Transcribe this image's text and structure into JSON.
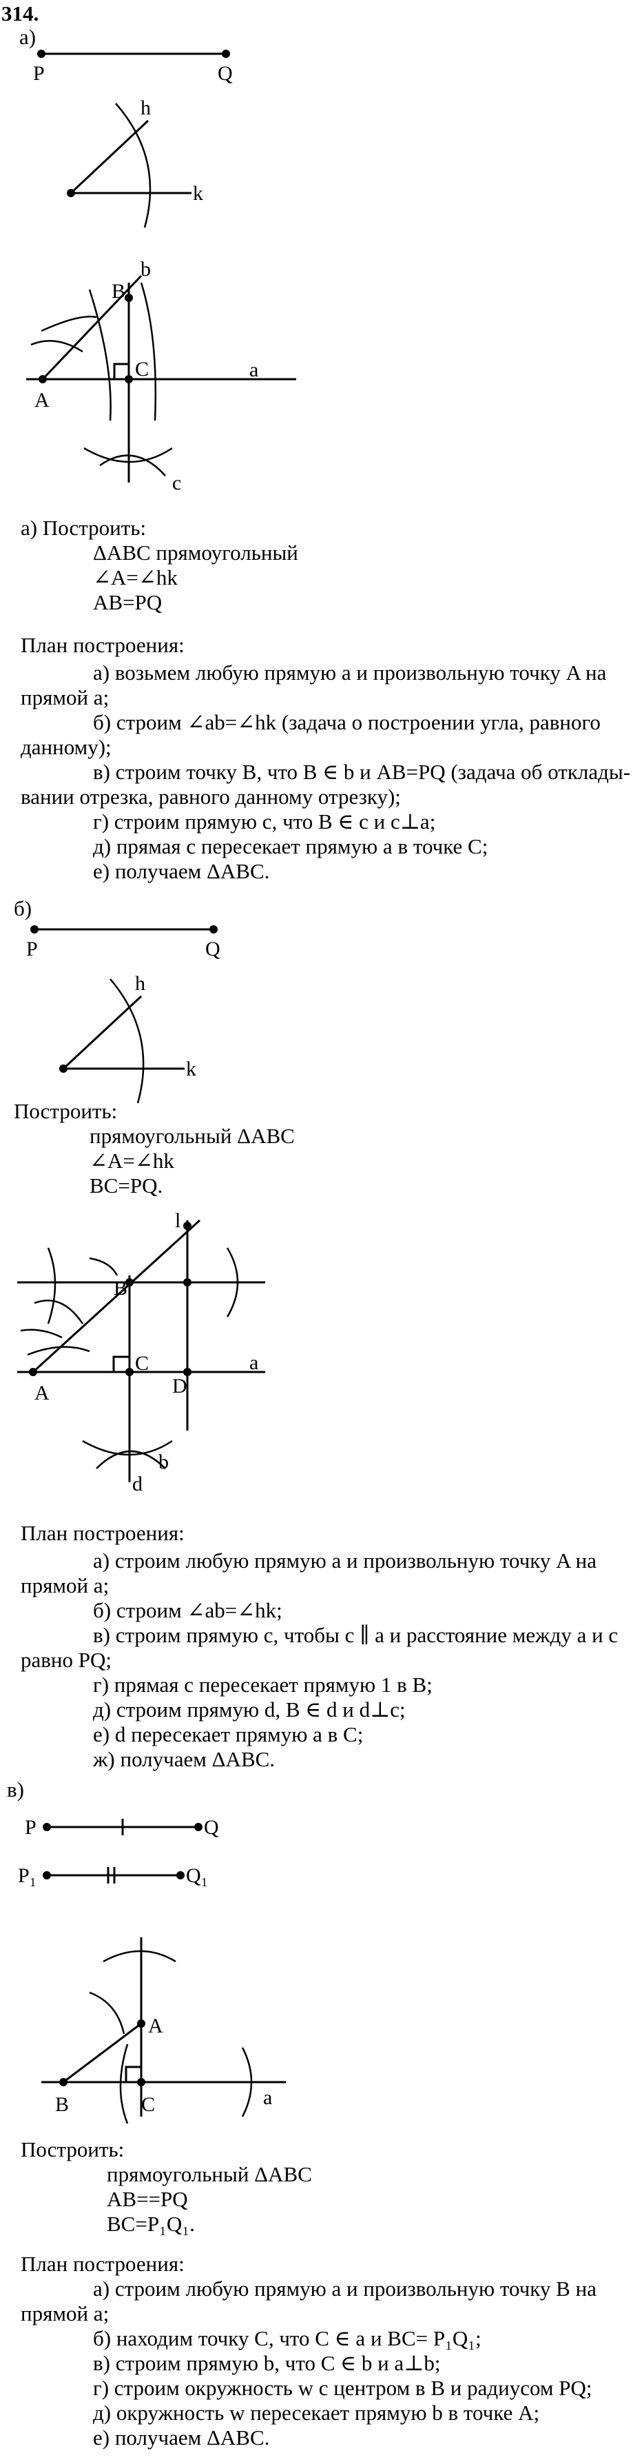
{
  "problem_number": "314.",
  "a": {
    "label": "а)",
    "seg_labels": {
      "p": "P",
      "q": "Q"
    },
    "angle_labels": {
      "h": "h",
      "k": "k"
    },
    "constr_labels": {
      "b": "b",
      "B": "B",
      "C": "C",
      "a": "a",
      "A": "A",
      "c": "c"
    },
    "task_title": "а) Построить:",
    "task_lines": [
      "ΔABC прямоугольный",
      "∠A=∠hk",
      "AB=PQ"
    ],
    "plan_title": "План построения:",
    "plan_lines": [
      "а) возьмем любую прямую a и произвольную точку A на",
      "прямой a;",
      "б) строим ∠ab=∠hk (задача о построении угла, равного",
      "данному);",
      "в) строим точку B, что B ∈ b и AB=PQ (задача об отклады-",
      "вании отрезка, равного данному отрезку);",
      "г) строим прямую c, что B ∈ c и c⊥a;",
      "д) прямая c пересекает прямую a в точке C;",
      "е) получаем ΔABC."
    ]
  },
  "b": {
    "label": "б)",
    "seg_labels": {
      "p": "P",
      "q": "Q"
    },
    "angle_labels": {
      "h": "h",
      "k": "k"
    },
    "task_title": "Построить:",
    "task_lines": [
      "прямоугольный ΔABC",
      "∠A=∠hk",
      "BC=PQ."
    ],
    "constr_labels": {
      "l": "l",
      "B": "B",
      "C": "C",
      "a": "a",
      "A": "A",
      "D": "D",
      "b": "b",
      "d": "d"
    },
    "plan_title": "План построения:",
    "plan_lines": [
      "а) строим любую прямую a и произвольную точку A на",
      "прямой a;",
      "б) строим ∠ab=∠hk;",
      "в) строим прямую c, чтобы c ∥ a и расстояние между a и c",
      "равно PQ;",
      "г) прямая c пересекает прямую 1 в B;",
      "д) строим прямую d, B ∈ d и d⊥c;",
      "е) d пересекает прямую a в C;",
      "ж) получаем ΔABC."
    ]
  },
  "c": {
    "label": "в)",
    "seg1_labels": {
      "p": "P",
      "q": "Q"
    },
    "seg2_labels": {
      "p": "P₁",
      "q": "Q₁"
    },
    "constr_labels": {
      "A": "A",
      "B": "B",
      "C": "C",
      "a": "a"
    },
    "task_title": "Построить:",
    "task_lines": [
      "прямоугольный ΔABC",
      "AB==PQ",
      "BC=P₁Q₁."
    ],
    "plan_title": "План построения:",
    "plan_lines": [
      "а) строим любую прямую a и произвольную точку B на",
      "прямой a;",
      "б) находим точку C, что C ∈ a и BC= P₁Q₁;",
      "в) строим прямую b, что C ∈ b и a⊥b;",
      "г) строим окружность w с центром в B и радиусом PQ;",
      "д) окружность w пересекает прямую b в точке A;",
      "е) получаем ΔABC."
    ]
  }
}
